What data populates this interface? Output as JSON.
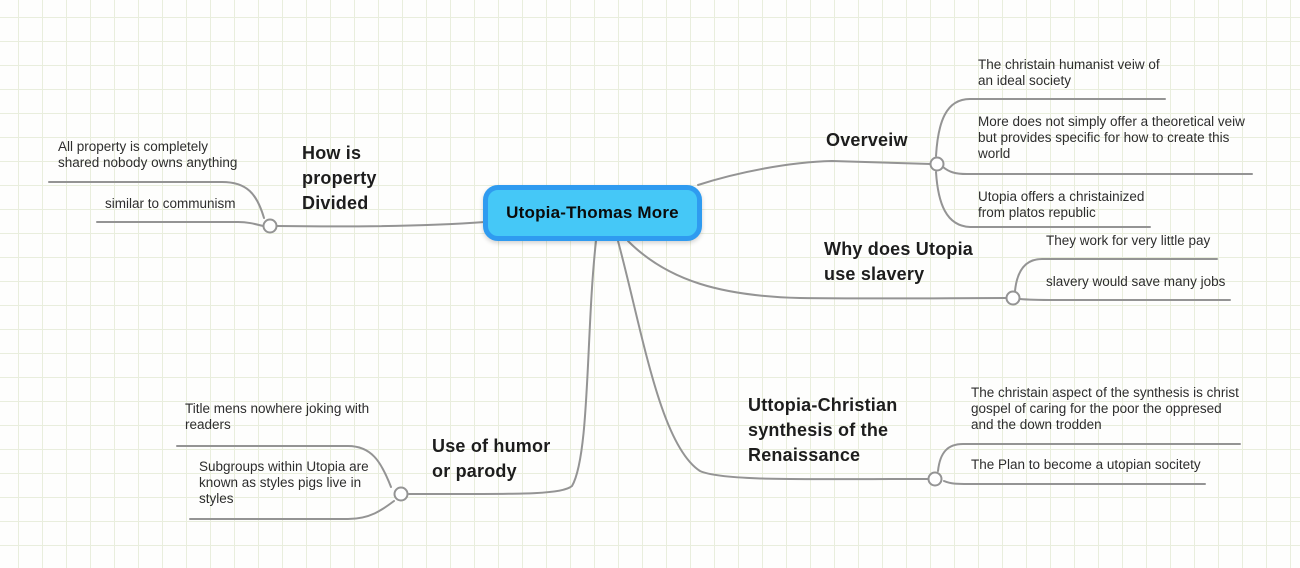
{
  "theme": {
    "node_fill": "#45c8f7",
    "node_border": "#2f9bf0",
    "line_color": "#949494",
    "grid_color": "#e9eedd",
    "canvas_bg": "#fefefd",
    "label_color": "#1d1d1d",
    "child_color": "#2d2d2d"
  },
  "map": {
    "root": {
      "label": "Utopia-Thomas More"
    },
    "branches": [
      {
        "id": "property",
        "label": "How is\nproperty\nDivided",
        "children": [
          {
            "label": "All property is completely\nshared nobody owns anything"
          },
          {
            "label": "similar to communism"
          }
        ]
      },
      {
        "id": "overveiw",
        "label": "Overveiw",
        "children": [
          {
            "label": "The christain humanist veiw of\nan ideal society"
          },
          {
            "label": "More does not simply offer a theoretical veiw\nbut provides specific for how to create this\nworld"
          },
          {
            "label": "Utopia offers a christainized\nfrom platos republic"
          }
        ]
      },
      {
        "id": "slavery",
        "label": "Why does Utopia\nuse slavery",
        "children": [
          {
            "label": "They work for very little pay"
          },
          {
            "label": "slavery would save many jobs"
          }
        ]
      },
      {
        "id": "synthesis",
        "label": "Uttopia-Christian\nsynthesis of the\nRenaissance",
        "children": [
          {
            "label": "The christain aspect of the synthesis is christ\ngospel of caring for the poor the oppresed\nand the down trodden"
          },
          {
            "label": "The Plan to become a utopian socitety"
          }
        ]
      },
      {
        "id": "humor",
        "label": "Use of humor\nor parody",
        "children": [
          {
            "label": "Title mens nowhere joking with\nreaders"
          },
          {
            "label": "Subgroups within Utopia are\nknown as styles pigs live in\nstyles"
          }
        ]
      }
    ]
  }
}
